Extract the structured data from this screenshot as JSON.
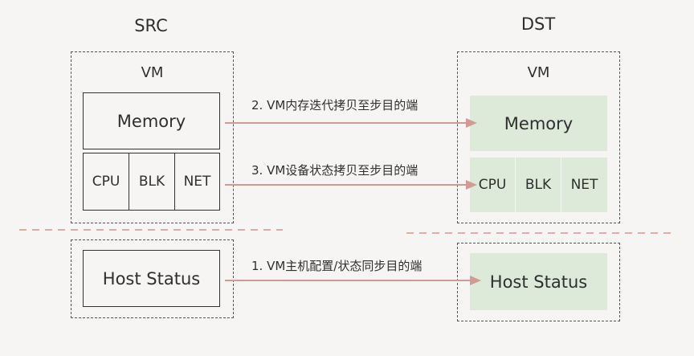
{
  "src": {
    "title": "SRC",
    "vm_label": "VM",
    "memory": "Memory",
    "devices": [
      "CPU",
      "BLK",
      "NET"
    ],
    "host_status": "Host Status"
  },
  "dst": {
    "title": "DST",
    "vm_label": "VM",
    "memory": "Memory",
    "devices": [
      "CPU",
      "BLK",
      "NET"
    ],
    "host_status": "Host Status"
  },
  "arrows": {
    "memory_copy": "2. VM内存迭代拷贝至步目的端",
    "device_copy": "3. VM设备状态拷贝至步目的端",
    "host_sync": "1. VM主机配置/状态同步目的端"
  },
  "colors": {
    "arrow": "#d39a92",
    "separator": "#d9938a",
    "dst_fill": "#dde9d9"
  }
}
